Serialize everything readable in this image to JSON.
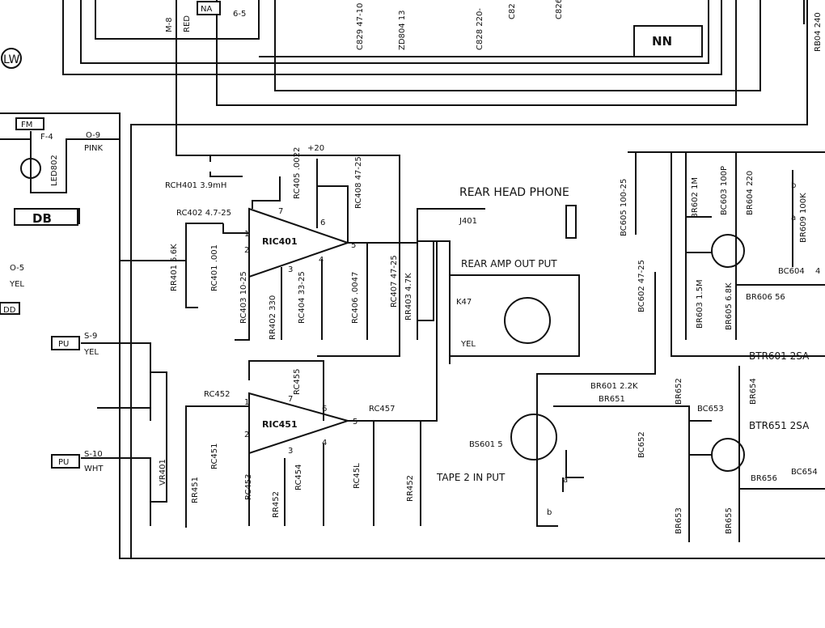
{
  "labels": {
    "ww": "LW",
    "na": "NA",
    "nn": "NN",
    "m8": "M-8",
    "red": "RED",
    "q65": "6-5",
    "c829": "C829 47-10",
    "zd804": "ZD804 13",
    "c828": "C828 220-",
    "c82": "C82",
    "c826": "C826",
    "rb04": "RB04 240",
    "fm": "FM",
    "f4": "F-4",
    "led802": "LED802",
    "db": "DB",
    "o9": "O-9",
    "pink": "PINK",
    "plus20": "+20",
    "rch401": "RCH401 3.9mH",
    "rc405": "RC405 .0022",
    "rc408": "RC408 47-25",
    "rc402": "RC402 4.7-25",
    "ric401": "RIC401",
    "rr401": "RR401 5.6K",
    "rc401": "RC401 .001",
    "rc403": "RC403 10-25",
    "rr402": "RR402 330",
    "rc404": "RC404 33-25",
    "rc406": "RC406 .0047",
    "rc407": "RC407 47-25",
    "rr403": "RR403 4.7K",
    "rear_head_phone": "REAR HEAD PHONE",
    "j401": "J401",
    "rear_amp_output": "REAR AMP OUT PUT",
    "k47": "K47",
    "yel2": "YEL",
    "o5": "O-5",
    "yel": "YEL",
    "dd": "DD",
    "pu1": "PU",
    "s9": "S-9",
    "yel3": "YEL",
    "pu2": "PU",
    "s10": "S-10",
    "wht": "WHT",
    "vr401": "VR401",
    "rc452": "RC452",
    "rc451": "RC451",
    "rr451": "RR451",
    "rc455": "RC455",
    "ric451": "RIC451",
    "rc453": "RC453",
    "rc454": "RC454",
    "rr452": "RR452",
    "rc457": "RC457",
    "rc45l": "RC45L",
    "rr45z": "RR452",
    "bs601": "BS601 5",
    "tape2": "TAPE 2 IN PUT",
    "b1": "b",
    "a1": "a",
    "br601": "BR601 2.2K",
    "br651": "BR651",
    "bc605": "BC605 100-25",
    "br602": "BR602 1M",
    "bc603": "BC603 100P",
    "br604": "BR604 220",
    "bc602": "BC602 47-25",
    "br603": "BR603 1.5M",
    "br605": "BR605 6.8K",
    "br606": "BR606 56",
    "br609": "BR609 100K",
    "bc604": "BC604",
    "btr601": "BTR601 2SA",
    "br652": "BR652",
    "bc653": "BC653",
    "br654": "BR654",
    "btr651": "BTR651 2SA",
    "bc652": "BC652",
    "br656": "BR656",
    "bc654": "BC654",
    "br653": "BR653",
    "br655": "BR655",
    "a2": "a",
    "b2": "b",
    "pin1a": "1",
    "pin2a": "2",
    "pin3a": "3",
    "pin4a": "4",
    "pin5a": "5",
    "pin6a": "6",
    "pin7a": "7",
    "pin1b": "1",
    "pin2b": "2",
    "pin3b": "3",
    "pin4b": "4",
    "pin5b": "5",
    "pin6b": "6",
    "pin7b": "7",
    "four": "4"
  }
}
